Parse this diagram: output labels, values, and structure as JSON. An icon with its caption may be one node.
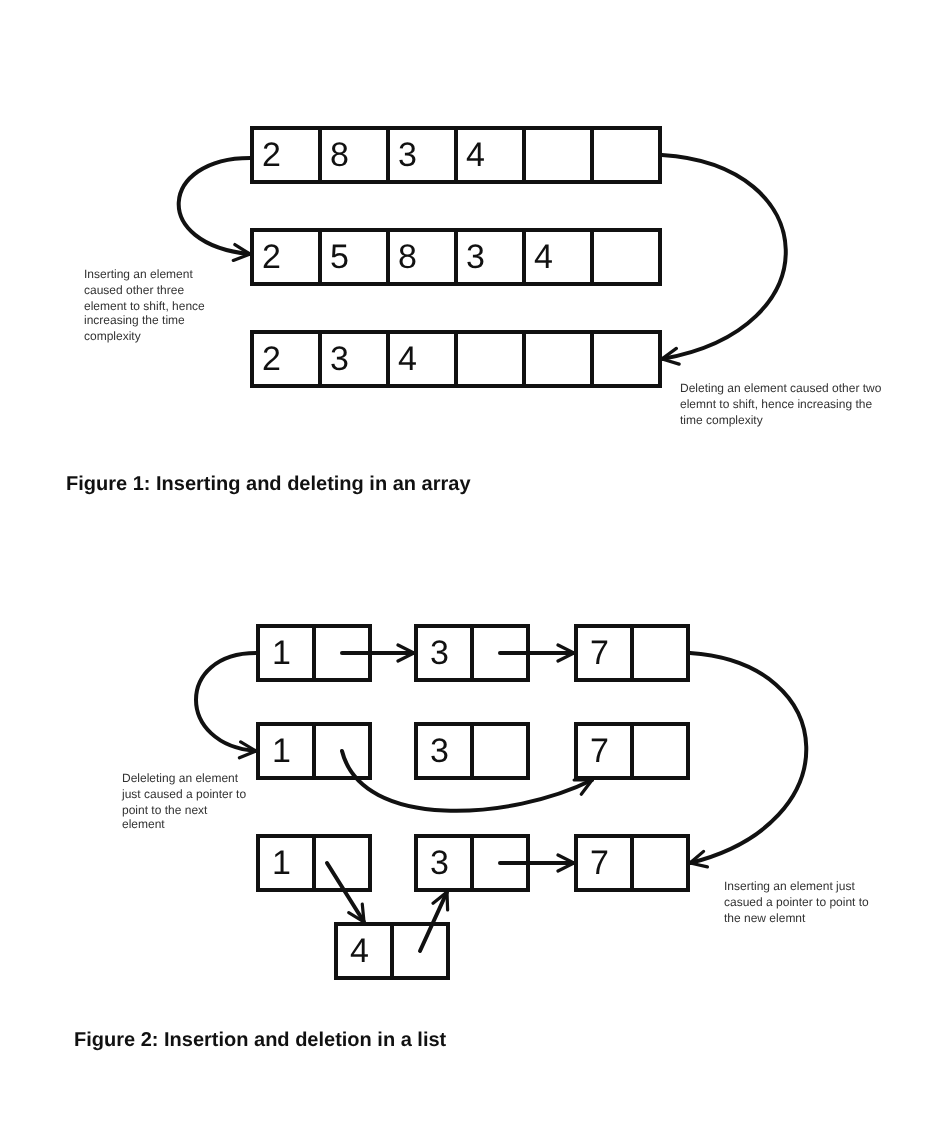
{
  "diagram": {
    "nodes": [
      {
        "text": [],
        "shape": "box"
      },
      {
        "text": [
          "2"
        ],
        "in": 0
      },
      {
        "text": [
          "8"
        ],
        "in": 0
      },
      {
        "text": [
          "3"
        ],
        "in": 0
      },
      {
        "text": [
          "4"
        ],
        "in": 0
      },
      {
        "text": [],
        "shape": "box",
        "in": 0
      },
      {
        "text": [],
        "shape": "box",
        "in": 0
      },
      {
        "text": [],
        "shape": "box"
      },
      {
        "text": [
          "2"
        ],
        "in": 7
      },
      {
        "text": [
          "5"
        ],
        "in": 7
      },
      {
        "text": [
          "8"
        ],
        "in": 7
      },
      {
        "text": [
          "3"
        ],
        "in": 7
      },
      {
        "text": [
          "4"
        ],
        "in": 7
      },
      {
        "text": [],
        "shape": "box",
        "in": 7
      },
      {
        "text": [],
        "shape": "box"
      },
      {
        "text": [
          "2"
        ],
        "in": 14
      },
      {
        "text": [
          "3"
        ],
        "in": 14
      },
      {
        "text": [
          "4"
        ],
        "in": 14
      },
      {
        "text": [],
        "shape": "box",
        "in": 14
      },
      {
        "text": [],
        "shape": "box",
        "in": 14
      },
      {
        "text": [],
        "shape": "box",
        "in": 14
      },
      {
        "text": [
          "1"
        ]
      },
      {
        "text": [],
        "shape": "box"
      },
      {
        "text": [
          "3"
        ]
      },
      {
        "text": [],
        "shape": "box"
      },
      {
        "text": [
          "7"
        ]
      },
      {
        "text": [],
        "shape": "box"
      },
      {
        "text": [
          "1"
        ]
      },
      {
        "text": [],
        "shape": "box"
      },
      {
        "text": [
          "3"
        ]
      },
      {
        "text": [],
        "shape": "box"
      },
      {
        "text": [
          "7"
        ]
      },
      {
        "text": [],
        "shape": "box"
      },
      {
        "text": [
          "1"
        ]
      },
      {
        "text": [],
        "shape": "box"
      },
      {
        "text": [
          "3"
        ]
      },
      {
        "text": [],
        "shape": "box"
      },
      {
        "text": [
          "7"
        ]
      },
      {
        "text": [],
        "shape": "box"
      },
      {
        "text": [
          "4"
        ]
      },
      {
        "text": [],
        "shape": "box"
      }
    ],
    "edges": [
      {
        "from": 0,
        "to": 7,
        "arrow": "to"
      },
      {
        "from": 0,
        "to": 14,
        "arrow": "to"
      },
      {
        "from": 22,
        "to": 23,
        "arrow": "to"
      },
      {
        "from": 24,
        "to": 25,
        "arrow": "to"
      },
      {
        "from": 21,
        "to": 27,
        "arrow": "to"
      },
      {
        "from": 28,
        "to": 31,
        "arrow": "to"
      },
      {
        "from": 26,
        "to": 38,
        "arrow": "to"
      },
      {
        "from": 34,
        "to": 39,
        "arrow": "to"
      },
      {
        "from": 40,
        "to": 35,
        "arrow": "to"
      },
      {
        "from": 36,
        "to": 37,
        "arrow": "to"
      }
    ],
    "labels": [
      "Inserting an element caused other three element to shift, hence increasing the time complexity",
      "Deleting an element caused other two elemnt to shift, hence increasing the time complexity",
      "Figure 1: Inserting and deleting in an array",
      "Deleleting an element just caused a pointer to point to the next element",
      "Inserting an element just casued a pointer to point to the new elemnt",
      "Figure 2: Insertion and deletion in a list"
    ]
  }
}
